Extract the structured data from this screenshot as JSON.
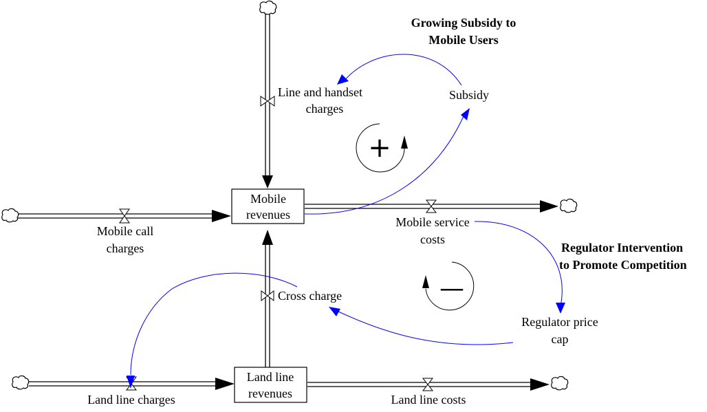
{
  "colors": {
    "flow": "#000000",
    "link": "#0000ff",
    "background": "#ffffff"
  },
  "stocks": {
    "mobile_revenues": [
      "Mobile",
      "revenues"
    ],
    "land_line_revenues": [
      "Land line",
      "revenues"
    ]
  },
  "flows": {
    "line_and_handset_charges": [
      "Line and handset",
      "charges"
    ],
    "mobile_call_charges": [
      "Mobile call",
      "charges"
    ],
    "mobile_service_costs": [
      "Mobile service",
      "costs"
    ],
    "cross_charge": [
      "Cross charge"
    ],
    "land_line_charges": [
      "Land line charges"
    ],
    "land_line_costs": [
      "Land line costs"
    ]
  },
  "variables": {
    "subsidy": [
      "Subsidy"
    ],
    "regulator_price_cap": [
      "Regulator price",
      "cap"
    ]
  },
  "loops": {
    "reinforcing": {
      "polarity": "+",
      "title": [
        "Growing Subsidy to",
        "Mobile Users"
      ]
    },
    "balancing": {
      "polarity": "—",
      "title": [
        "Regulator Intervention",
        "to Promote Competition"
      ]
    }
  },
  "links": [
    {
      "from": "Mobile revenues",
      "to": "Subsidy"
    },
    {
      "from": "Subsidy",
      "to": "Line and handset charges"
    },
    {
      "from": "Mobile service costs",
      "to": "Regulator price cap"
    },
    {
      "from": "Regulator price cap",
      "to": "Cross charge"
    },
    {
      "from": "Cross charge",
      "to": "Land line charges"
    }
  ]
}
